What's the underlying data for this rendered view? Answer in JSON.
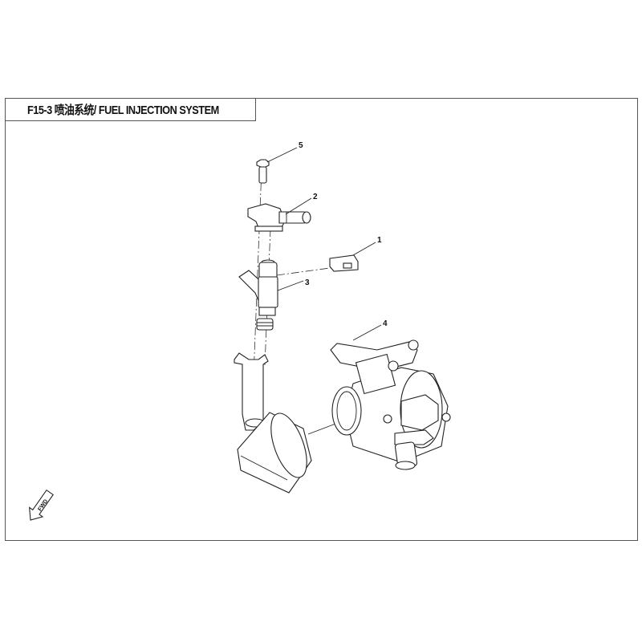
{
  "header": {
    "title": "F15-3 喷油系统/ FUEL INJECTION SYSTEM"
  },
  "callouts": [
    "1",
    "2",
    "3",
    "4",
    "5"
  ],
  "direction_marker": {
    "label": "FWD",
    "icon": "fwd-arrow-icon"
  }
}
